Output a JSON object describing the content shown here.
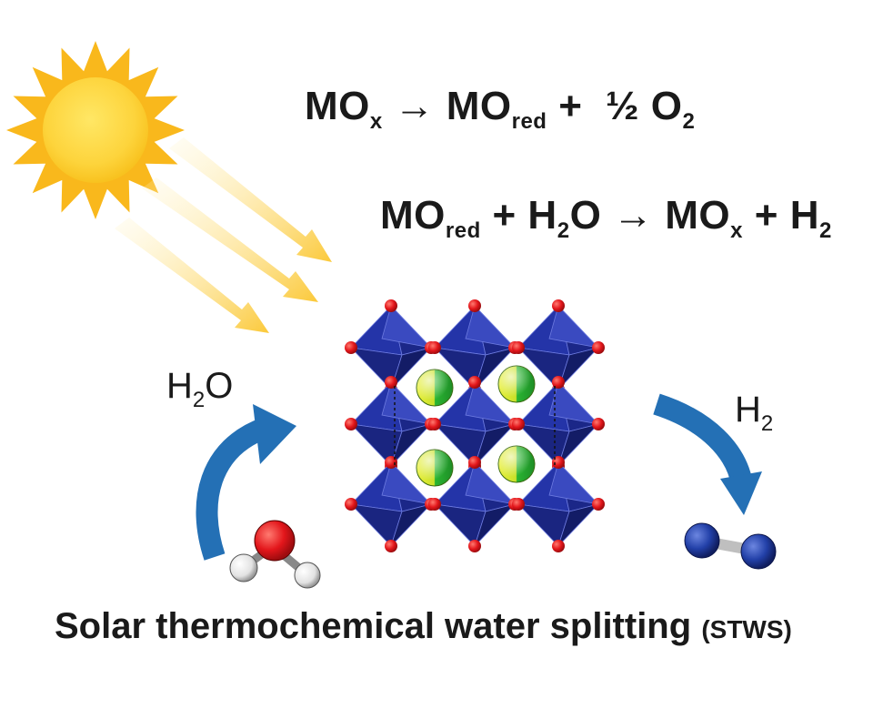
{
  "equations": {
    "reduction": {
      "reactant": "MO",
      "reactant_sub": "x",
      "arrow": "→",
      "product": "MO",
      "product_sub": "red",
      "plus": "+",
      "coeff": "½ O",
      "coeff_sub": "2"
    },
    "oxidation": {
      "reactant": "MO",
      "reactant_sub": "red",
      "plus1": "+",
      "water": "H",
      "water_sub": "2",
      "water_tail": "O",
      "arrow": "→",
      "product": "MO",
      "product_sub": "x",
      "plus2": "+",
      "hydrogen": "H",
      "hydrogen_sub": "2"
    }
  },
  "labels": {
    "water": {
      "main": "H",
      "sub": "2",
      "tail": "O"
    },
    "hydrogen": {
      "main": "H",
      "sub": "2"
    }
  },
  "caption": {
    "main": "Solar thermochemical water splitting",
    "abbr": "(STWS)"
  },
  "colors": {
    "sun_core": "#FDD43C",
    "sun_rays": "#F9B81C",
    "light_beam": "#FBC93A",
    "arrow_blue": "#2470B5",
    "octahedron": "#1E2C96",
    "oxygen": "#E3161B",
    "a_site_left": "#C8E02A",
    "a_site_right": "#2AB531",
    "water_oxygen": "#D81E1E",
    "water_hydrogen": "#E6E6E6",
    "h2_atom": "#1F3A9E"
  },
  "icons": [
    "sun-icon",
    "perovskite-crystal-icon",
    "water-molecule-icon",
    "hydrogen-molecule-icon"
  ]
}
